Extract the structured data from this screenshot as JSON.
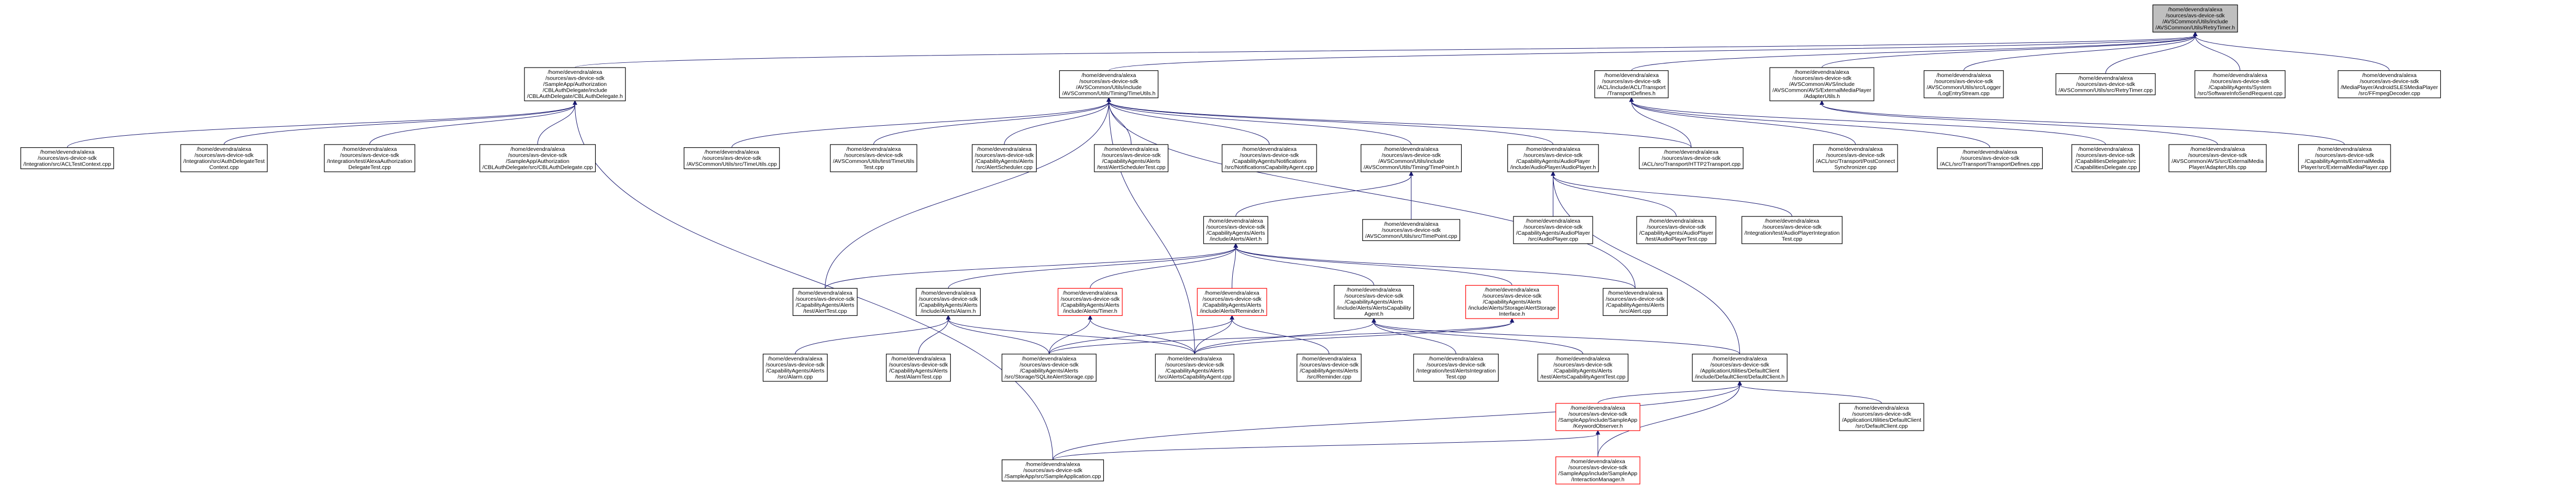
{
  "colors": {
    "edge": "#191970",
    "border": "#000000",
    "highlight_border": "#ff0000",
    "root_fill": "#bfbfbf",
    "node_fill": "#ffffff"
  },
  "nodes": [
    {
      "id": "root",
      "label": "/home/devendra/alexa\n/sources/avs-device-sdk\n/AVSCommon/Utils/include\n/AVSCommon/Utils/RetryTimer.h",
      "style": "root"
    },
    {
      "id": "cblauth_h",
      "label": "/home/devendra/alexa\n/sources/avs-device-sdk\n/SampleApp/Authorization\n/CBLAuthDelegate/include\n/CBLAuthDelegate/CBLAuthDelegate.h",
      "style": "normal"
    },
    {
      "id": "timeutils_h",
      "label": "/home/devendra/alexa\n/sources/avs-device-sdk\n/AVSCommon/Utils/include\n/AVSCommon/Utils/Timing/TimeUtils.h",
      "style": "normal"
    },
    {
      "id": "transportdefines_h",
      "label": "/home/devendra/alexa\n/sources/avs-device-sdk\n/ACL/include/ACL/Transport\n/TransportDefines.h",
      "style": "normal"
    },
    {
      "id": "externalmediaadapterutils_h",
      "label": "/home/devendra/alexa\n/sources/avs-device-sdk\n/AVSCommon/AVS/include\n/AVSCommon/AVS/ExternalMediaPlayer\n/AdapterUtils.h",
      "style": "normal"
    },
    {
      "id": "logger_cpp",
      "label": "/home/devendra/alexa\n/sources/avs-device-sdk\n/AVSCommon/Utils/src/Logger\n/LogEntryStream.cpp",
      "style": "normal"
    },
    {
      "id": "retrytimer_cpp",
      "label": "/home/devendra/alexa\n/sources/avs-device-sdk\n/AVSCommon/Utils/src/RetryTimer.cpp",
      "style": "normal"
    },
    {
      "id": "softwareinfo_cpp",
      "label": "/home/devendra/alexa\n/sources/avs-device-sdk\n/CapabilityAgents/System\n/src/SoftwareInfoSendRequest.cpp",
      "style": "normal"
    },
    {
      "id": "ffmpeg_cpp",
      "label": "/home/devendra/alexa\n/sources/avs-device-sdk\n/MediaPlayer/AndroidSLESMediaPlayer\n/src/FFmpegDecoder.cpp",
      "style": "normal"
    },
    {
      "id": "acltestcontext_cpp",
      "label": "/home/devendra/alexa\n/sources/avs-device-sdk\n/Integration/src/ACLTestContext.cpp",
      "style": "normal"
    },
    {
      "id": "authdelegatetestcontext_cpp",
      "label": "/home/devendra/alexa\n/sources/avs-device-sdk\n/Integration/src/AuthDelegateTest\nContext.cpp",
      "style": "normal"
    },
    {
      "id": "alexaauthtest_cpp",
      "label": "/home/devendra/alexa\n/sources/avs-device-sdk\n/Integration/test/AlexaAuthorization\nDelegateTest.cpp",
      "style": "normal"
    },
    {
      "id": "cblauth_cpp",
      "label": "/home/devendra/alexa\n/sources/avs-device-sdk\n/SampleApp/Authorization\n/CBLAuthDelegate/src/CBLAuthDelegate.cpp",
      "style": "normal"
    },
    {
      "id": "timeutils_cpp",
      "label": "/home/devendra/alexa\n/sources/avs-device-sdk\n/AVSCommon/Utils/src/TimeUtils.cpp",
      "style": "normal"
    },
    {
      "id": "timeutilstest_cpp",
      "label": "/home/devendra/alexa\n/sources/avs-device-sdk\n/AVSCommon/Utils/test/TimeUtils\nTest.cpp",
      "style": "normal"
    },
    {
      "id": "alertscheduler_cpp",
      "label": "/home/devendra/alexa\n/sources/avs-device-sdk\n/CapabilityAgents/Alerts\n/src/AlertScheduler.cpp",
      "style": "normal"
    },
    {
      "id": "alertschedulertest_cpp",
      "label": "/home/devendra/alexa\n/sources/avs-device-sdk\n/CapabilityAgents/Alerts\n/test/AlertSchedulerTest.cpp",
      "style": "normal"
    },
    {
      "id": "notifications_cpp",
      "label": "/home/devendra/alexa\n/sources/avs-device-sdk\n/CapabilityAgents/Notifications\n/src/NotificationsCapabilityAgent.cpp",
      "style": "normal"
    },
    {
      "id": "timepoint_h",
      "label": "/home/devendra/alexa\n/sources/avs-device-sdk\n/AVSCommon/Utils/include\n/AVSCommon/Utils/Timing/TimePoint.h",
      "style": "normal"
    },
    {
      "id": "audioplayer_h",
      "label": "/home/devendra/alexa\n/sources/avs-device-sdk\n/CapabilityAgents/AudioPlayer\n/include/AudioPlayer/AudioPlayer.h",
      "style": "normal"
    },
    {
      "id": "httptransport_cpp",
      "label": "/home/devendra/alexa\n/sources/avs-device-sdk\n/ACL/src/Transport/HTTP2Transport.cpp",
      "style": "normal"
    },
    {
      "id": "postconnect_cpp",
      "label": "/home/devendra/alexa\n/sources/avs-device-sdk\n/ACL/src/Transport/PostConnect\nSynchronizer.cpp",
      "style": "normal"
    },
    {
      "id": "transportdefines_cpp",
      "label": "/home/devendra/alexa\n/sources/avs-device-sdk\n/ACL/src/Transport/TransportDefines.cpp",
      "style": "normal"
    },
    {
      "id": "capabilitiesdelegate_cpp",
      "label": "/home/devendra/alexa\n/sources/avs-device-sdk\n/CapabilitiesDelegate/src\n/CapabilitiesDelegate.cpp",
      "style": "normal"
    },
    {
      "id": "externalmediaadapterutils_cpp",
      "label": "/home/devendra/alexa\n/sources/avs-device-sdk\n/AVSCommon/AVS/src/ExternalMedia\nPlayer/AdapterUtils.cpp",
      "style": "normal"
    },
    {
      "id": "externalmediaplayer_cpp",
      "label": "/home/devendra/alexa\n/sources/avs-device-sdk\n/CapabilityAgents/ExternalMedia\nPlayer/src/ExternalMediaPlayer.cpp",
      "style": "normal"
    },
    {
      "id": "alert_h",
      "label": "/home/devendra/alexa\n/sources/avs-device-sdk\n/CapabilityAgents/Alerts\n/include/Alerts/Alert.h",
      "style": "normal"
    },
    {
      "id": "timepoint_cpp",
      "label": "/home/devendra/alexa\n/sources/avs-device-sdk\n/AVSCommon/Utils/src/TimePoint.cpp",
      "style": "normal"
    },
    {
      "id": "audioplayer_cpp",
      "label": "/home/devendra/alexa\n/sources/avs-device-sdk\n/CapabilityAgents/AudioPlayer\n/src/AudioPlayer.cpp",
      "style": "normal"
    },
    {
      "id": "audioplayertest_cpp",
      "label": "/home/devendra/alexa\n/sources/avs-device-sdk\n/CapabilityAgents/AudioPlayer\n/test/AudioPlayerTest.cpp",
      "style": "normal"
    },
    {
      "id": "audioplayerintegration_cpp",
      "label": "/home/devendra/alexa\n/sources/avs-device-sdk\n/Integration/test/AudioPlayerIntegration\nTest.cpp",
      "style": "normal"
    },
    {
      "id": "alerttest_cpp",
      "label": "/home/devendra/alexa\n/sources/avs-device-sdk\n/CapabilityAgents/Alerts\n/test/AlertTest.cpp",
      "style": "normal"
    },
    {
      "id": "alarm_h",
      "label": "/home/devendra/alexa\n/sources/avs-device-sdk\n/CapabilityAgents/Alerts\n/include/Alerts/Alarm.h",
      "style": "normal"
    },
    {
      "id": "timer_h",
      "label": "/home/devendra/alexa\n/sources/avs-device-sdk\n/CapabilityAgents/Alerts\n/include/Alerts/Timer.h",
      "style": "highlight"
    },
    {
      "id": "reminder_h",
      "label": "/home/devendra/alexa\n/sources/avs-device-sdk\n/CapabilityAgents/Alerts\n/include/Alerts/Reminder.h",
      "style": "highlight"
    },
    {
      "id": "alertscapabilityagent_h",
      "label": "/home/devendra/alexa\n/sources/avs-device-sdk\n/CapabilityAgents/Alerts\n/include/Alerts/AlertsCapability\nAgent.h",
      "style": "normal"
    },
    {
      "id": "alertstorage_h",
      "label": "/home/devendra/alexa\n/sources/avs-device-sdk\n/CapabilityAgents/Alerts\n/include/Alerts/Storage/AlertStorage\nInterface.h",
      "style": "highlight"
    },
    {
      "id": "alert_cpp",
      "label": "/home/devendra/alexa\n/sources/avs-device-sdk\n/CapabilityAgents/Alerts\n/src/Alert.cpp",
      "style": "normal"
    },
    {
      "id": "alarm_cpp",
      "label": "/home/devendra/alexa\n/sources/avs-device-sdk\n/CapabilityAgents/Alerts\n/src/Alarm.cpp",
      "style": "normal"
    },
    {
      "id": "alarmtest_cpp",
      "label": "/home/devendra/alexa\n/sources/avs-device-sdk\n/CapabilityAgents/Alerts\n/test/AlarmTest.cpp",
      "style": "normal"
    },
    {
      "id": "sqlitealertstorage_cpp",
      "label": "/home/devendra/alexa\n/sources/avs-device-sdk\n/CapabilityAgents/Alerts\n/src/Storage/SQLiteAlertStorage.cpp",
      "style": "normal"
    },
    {
      "id": "alertscapabilityagent_cpp",
      "label": "/home/devendra/alexa\n/sources/avs-device-sdk\n/CapabilityAgents/Alerts\n/src/AlertsCapabilityAgent.cpp",
      "style": "normal"
    },
    {
      "id": "reminder_cpp",
      "label": "/home/devendra/alexa\n/sources/avs-device-sdk\n/CapabilityAgents/Alerts\n/src/Reminder.cpp",
      "style": "normal"
    },
    {
      "id": "alertsintegration_cpp",
      "label": "/home/devendra/alexa\n/sources/avs-device-sdk\n/Integration/test/AlertsIntegration\nTest.cpp",
      "style": "normal"
    },
    {
      "id": "alertsagenttest_cpp",
      "label": "/home/devendra/alexa\n/sources/avs-device-sdk\n/CapabilityAgents/Alerts\n/test/AlertsCapabilityAgentTest.cpp",
      "style": "normal"
    },
    {
      "id": "defaultclient_h",
      "label": "/home/devendra/alexa\n/sources/avs-device-sdk\n/ApplicationUtilities/DefaultClient\n/include/DefaultClient/DefaultClient.h",
      "style": "normal"
    },
    {
      "id": "keywordobserver_h",
      "label": "/home/devendra/alexa\n/sources/avs-device-sdk\n/SampleApp/include/SampleApp\n/KeywordObserver.h",
      "style": "highlight"
    },
    {
      "id": "defaultclient_cpp",
      "label": "/home/devendra/alexa\n/sources/avs-device-sdk\n/ApplicationUtilities/DefaultClient\n/src/DefaultClient.cpp",
      "style": "normal"
    },
    {
      "id": "sampleapplication_cpp",
      "label": "/home/devendra/alexa\n/sources/avs-device-sdk\n/SampleApp/src/SampleApplication.cpp",
      "style": "normal"
    },
    {
      "id": "interactionmanager_h",
      "label": "/home/devendra/alexa\n/sources/avs-device-sdk\n/SampleApp/include/SampleApp\n/InteractionManager.h",
      "style": "highlight"
    }
  ],
  "edges": [
    [
      "cblauth_h",
      "root"
    ],
    [
      "timeutils_h",
      "root"
    ],
    [
      "transportdefines_h",
      "root"
    ],
    [
      "externalmediaadapterutils_h",
      "root"
    ],
    [
      "logger_cpp",
      "root"
    ],
    [
      "retrytimer_cpp",
      "root"
    ],
    [
      "softwareinfo_cpp",
      "root"
    ],
    [
      "ffmpeg_cpp",
      "root"
    ],
    [
      "acltestcontext_cpp",
      "cblauth_h"
    ],
    [
      "authdelegatetestcontext_cpp",
      "cblauth_h"
    ],
    [
      "alexaauthtest_cpp",
      "cblauth_h"
    ],
    [
      "cblauth_cpp",
      "cblauth_h"
    ],
    [
      "sampleapplication_cpp",
      "cblauth_h"
    ],
    [
      "timeutils_cpp",
      "timeutils_h"
    ],
    [
      "timeutilstest_cpp",
      "timeutils_h"
    ],
    [
      "alertscheduler_cpp",
      "timeutils_h"
    ],
    [
      "alertschedulertest_cpp",
      "timeutils_h"
    ],
    [
      "notifications_cpp",
      "timeutils_h"
    ],
    [
      "timepoint_h",
      "timeutils_h"
    ],
    [
      "audioplayer_h",
      "timeutils_h"
    ],
    [
      "httptransport_cpp",
      "timeutils_h"
    ],
    [
      "alerttest_cpp",
      "timeutils_h"
    ],
    [
      "alertscapabilityagent_cpp",
      "timeutils_h"
    ],
    [
      "alert_cpp",
      "timeutils_h"
    ],
    [
      "httptransport_cpp",
      "transportdefines_h"
    ],
    [
      "postconnect_cpp",
      "transportdefines_h"
    ],
    [
      "transportdefines_cpp",
      "transportdefines_h"
    ],
    [
      "capabilitiesdelegate_cpp",
      "transportdefines_h"
    ],
    [
      "externalmediaadapterutils_cpp",
      "externalmediaadapterutils_h"
    ],
    [
      "externalmediaplayer_cpp",
      "externalmediaadapterutils_h"
    ],
    [
      "alert_h",
      "timepoint_h"
    ],
    [
      "timepoint_cpp",
      "timepoint_h"
    ],
    [
      "audioplayer_cpp",
      "audioplayer_h"
    ],
    [
      "audioplayertest_cpp",
      "audioplayer_h"
    ],
    [
      "audioplayerintegration_cpp",
      "audioplayer_h"
    ],
    [
      "defaultclient_h",
      "audioplayer_h"
    ],
    [
      "alerttest_cpp",
      "alert_h"
    ],
    [
      "alarm_h",
      "alert_h"
    ],
    [
      "timer_h",
      "alert_h"
    ],
    [
      "reminder_h",
      "alert_h"
    ],
    [
      "alertscapabilityagent_h",
      "alert_h"
    ],
    [
      "alertstorage_h",
      "alert_h"
    ],
    [
      "alert_cpp",
      "alert_h"
    ],
    [
      "alarm_cpp",
      "alarm_h"
    ],
    [
      "alarmtest_cpp",
      "alarm_h"
    ],
    [
      "sqlitealertstorage_cpp",
      "alarm_h"
    ],
    [
      "alertscapabilityagent_cpp",
      "alarm_h"
    ],
    [
      "sqlitealertstorage_cpp",
      "timer_h"
    ],
    [
      "alertscapabilityagent_cpp",
      "timer_h"
    ],
    [
      "sqlitealertstorage_cpp",
      "reminder_h"
    ],
    [
      "alertscapabilityagent_cpp",
      "reminder_h"
    ],
    [
      "reminder_cpp",
      "reminder_h"
    ],
    [
      "alertscapabilityagent_cpp",
      "alertscapabilityagent_h"
    ],
    [
      "alertsintegration_cpp",
      "alertscapabilityagent_h"
    ],
    [
      "alertsagenttest_cpp",
      "alertscapabilityagent_h"
    ],
    [
      "defaultclient_h",
      "alertscapabilityagent_h"
    ],
    [
      "sqlitealertstorage_cpp",
      "alertstorage_h"
    ],
    [
      "alertscapabilityagent_cpp",
      "alertstorage_h"
    ],
    [
      "keywordobserver_h",
      "defaultclient_h"
    ],
    [
      "defaultclient_cpp",
      "defaultclient_h"
    ],
    [
      "sampleapplication_cpp",
      "defaultclient_h"
    ],
    [
      "interactionmanager_h",
      "defaultclient_h"
    ],
    [
      "sampleapplication_cpp",
      "keywordobserver_h"
    ],
    [
      "interactionmanager_h",
      "keywordobserver_h"
    ]
  ]
}
